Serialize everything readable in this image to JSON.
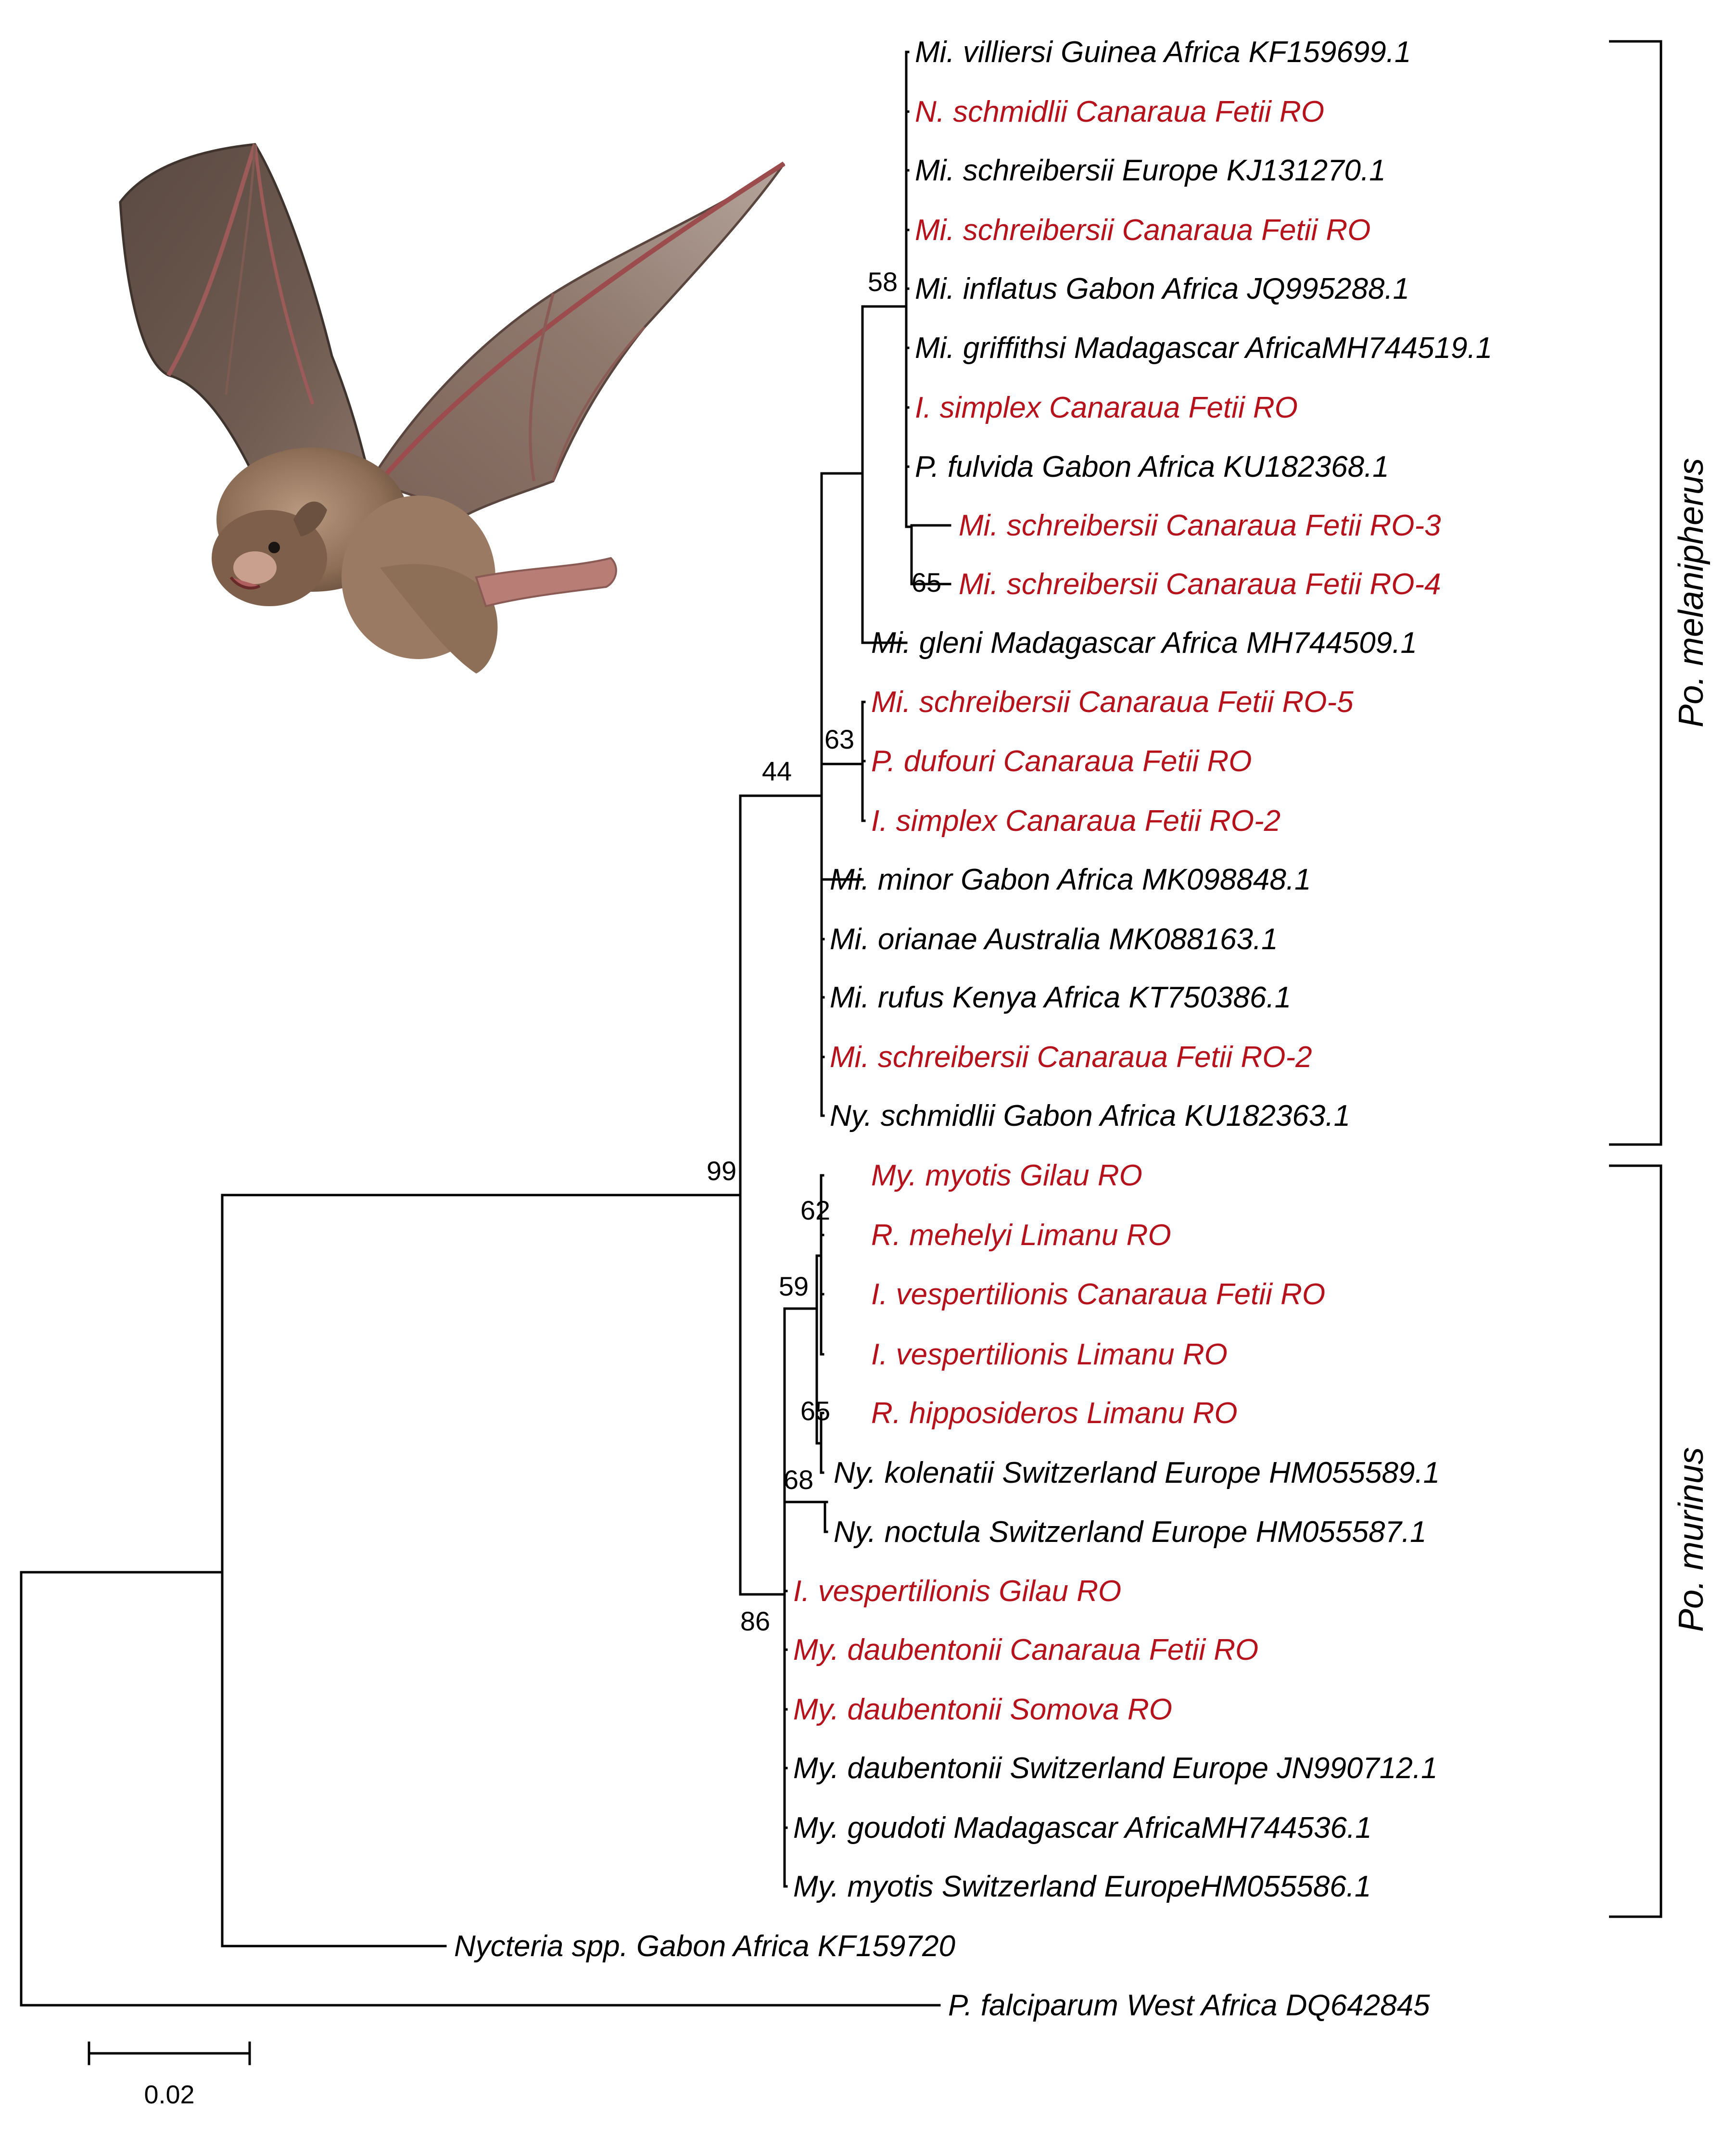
{
  "colors": {
    "study_sample": "#b5121b",
    "reference": "#000000"
  },
  "tree": {
    "clades": [
      {
        "label": "Po. melanipherus"
      },
      {
        "label": "Po. murinus"
      }
    ],
    "leaves": [
      {
        "id": "L1",
        "label": "Mi. villiersi Guinea Africa KF159699.1",
        "study": false
      },
      {
        "id": "L2",
        "label": "N. schmidlii Canaraua Fetii RO",
        "study": true
      },
      {
        "id": "L3",
        "label": "Mi. schreibersii Europe KJ131270.1",
        "study": false
      },
      {
        "id": "L4",
        "label": "Mi. schreibersii Canaraua Fetii RO",
        "study": true
      },
      {
        "id": "L5",
        "label": "Mi. inflatus Gabon Africa JQ995288.1",
        "study": false
      },
      {
        "id": "L6",
        "label": "Mi. griffithsi Madagascar AfricaMH744519.1",
        "study": false
      },
      {
        "id": "L7",
        "label": "I. simplex Canaraua Fetii RO",
        "study": true
      },
      {
        "id": "L8",
        "label": "P. fulvida Gabon Africa KU182368.1",
        "study": false
      },
      {
        "id": "L9",
        "label": "Mi. schreibersii Canaraua Fetii RO-3",
        "study": true
      },
      {
        "id": "L10",
        "label": "Mi. schreibersii Canaraua Fetii RO-4",
        "study": true
      },
      {
        "id": "L11",
        "label": "Mi. gleni Madagascar Africa MH744509.1",
        "study": false
      },
      {
        "id": "L12",
        "label": "Mi. schreibersii Canaraua Fetii RO-5",
        "study": true
      },
      {
        "id": "L13",
        "label": "P. dufouri Canaraua Fetii RO",
        "study": true
      },
      {
        "id": "L14",
        "label": "I. simplex Canaraua Fetii RO-2",
        "study": true
      },
      {
        "id": "L15",
        "label": "Mi. minor Gabon Africa MK098848.1",
        "study": false
      },
      {
        "id": "L16",
        "label": "Mi. orianae Australia MK088163.1",
        "study": false
      },
      {
        "id": "L17",
        "label": "Mi. rufus Kenya Africa KT750386.1",
        "study": false
      },
      {
        "id": "L18",
        "label": "Mi. schreibersii Canaraua Fetii RO-2",
        "study": true
      },
      {
        "id": "L19",
        "label": "Ny. schmidlii Gabon Africa KU182363.1",
        "study": false
      },
      {
        "id": "L20",
        "label": "My. myotis Gilau RO",
        "study": true
      },
      {
        "id": "L21",
        "label": "R. mehelyi Limanu RO",
        "study": true
      },
      {
        "id": "L22",
        "label": "I. vespertilionis Canaraua Fetii RO",
        "study": true
      },
      {
        "id": "L23",
        "label": "I. vespertilionis Limanu RO",
        "study": true
      },
      {
        "id": "L24",
        "label": "R. hipposideros Limanu RO",
        "study": true
      },
      {
        "id": "L25",
        "label": "Ny. kolenatii Switzerland Europe HM055589.1",
        "study": false
      },
      {
        "id": "L26",
        "label": "Ny. noctula Switzerland Europe HM055587.1",
        "study": false
      },
      {
        "id": "L27",
        "label": "I. vespertilionis Gilau RO",
        "study": true
      },
      {
        "id": "L28",
        "label": "My. daubentonii Canaraua Fetii RO",
        "study": true
      },
      {
        "id": "L29",
        "label": "My. daubentonii Somova RO",
        "study": true
      },
      {
        "id": "L30",
        "label": "My. daubentonii Switzerland Europe JN990712.1",
        "study": false
      },
      {
        "id": "L31",
        "label": "My. goudoti Madagascar AfricaMH744536.1",
        "study": false
      },
      {
        "id": "L32",
        "label": "My. myotis Switzerland EuropeHM055586.1",
        "study": false
      },
      {
        "id": "L33",
        "label": "Nycteria spp. Gabon Africa KF159720",
        "study": false
      },
      {
        "id": "L34",
        "label": "P. falciparum West Africa DQ642845",
        "study": false
      }
    ],
    "support_values": [
      {
        "node": "N58",
        "value": "58"
      },
      {
        "node": "N65a",
        "value": "65"
      },
      {
        "node": "N63",
        "value": "63"
      },
      {
        "node": "N44",
        "value": "44"
      },
      {
        "node": "N99",
        "value": "99"
      },
      {
        "node": "N62",
        "value": "62"
      },
      {
        "node": "N59",
        "value": "59"
      },
      {
        "node": "N65b",
        "value": "65"
      },
      {
        "node": "N68",
        "value": "68"
      },
      {
        "node": "N86",
        "value": "86"
      }
    ],
    "scale_bar": {
      "value": 0.02,
      "label": "0.02"
    }
  }
}
